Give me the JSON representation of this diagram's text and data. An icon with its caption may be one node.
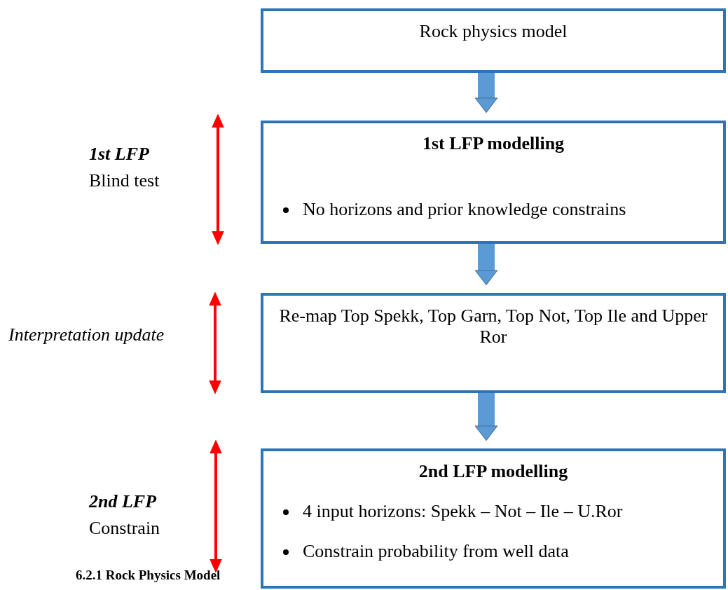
{
  "diagram": {
    "nodes": [
      {
        "text": [
          "Rock physics model"
        ]
      },
      {
        "text": [
          "1st LFP modelling",
          "No horizons and prior knowledge constrains"
        ]
      },
      {
        "text": [
          "Re-map Top Spekk, Top Garn, Top Not, Top Ile and Upper Ror"
        ]
      },
      {
        "text": [
          "2nd LFP modelling",
          "4 input horizons: Spekk – Not – Ile – U.Ror",
          "Constrain probability from well data"
        ]
      }
    ],
    "edges": [
      {
        "from": 0,
        "to": 1,
        "arrow": "to"
      },
      {
        "from": 1,
        "to": 2,
        "arrow": "to"
      },
      {
        "from": 2,
        "to": 3,
        "arrow": "to"
      }
    ],
    "labels": [
      "1st LFP",
      "Blind test",
      "Interpretation update",
      "2nd LFP",
      "Constrain",
      "6.2.1 Rock Physics Model"
    ]
  }
}
